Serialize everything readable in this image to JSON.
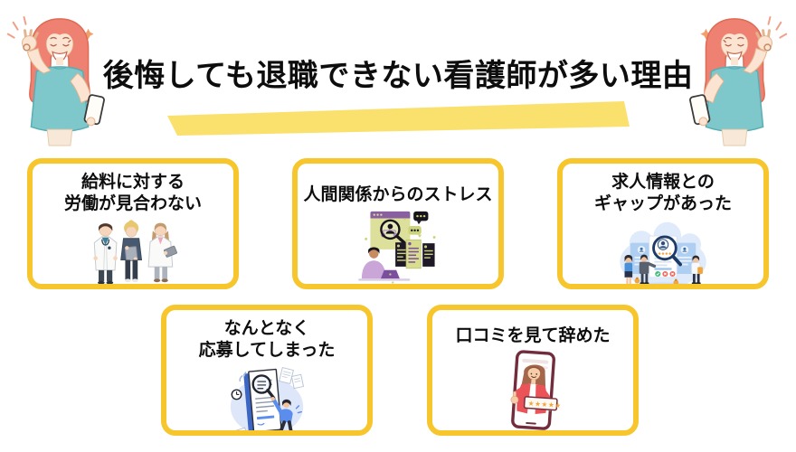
{
  "header": {
    "title": "後悔しても退職できない看護師が多い理由"
  },
  "colors": {
    "background": "#FFFFFF",
    "title_text": "#0D0D0D",
    "card_border_yellow": "#F6C62C",
    "highlight_yellow": "#FAE16E",
    "corner_hair": "#EE8172",
    "corner_shirt": "#7EC7CB"
  },
  "cards": [
    {
      "label_lines": [
        "給料に対する",
        "労働が見合わない"
      ],
      "illustration": "medical-staff"
    },
    {
      "label_lines": [
        "人間関係からのストレス"
      ],
      "illustration": "workplace-stress-computer"
    },
    {
      "label_lines": [
        "求人情報との",
        "ギャップがあった"
      ],
      "illustration": "job-posting-gap-search"
    },
    {
      "label_lines": [
        "なんとなく",
        "応募してしまった"
      ],
      "illustration": "application-document-magnifier"
    },
    {
      "label_lines": [
        "口コミを見て辞めた"
      ],
      "illustration": "review-smartphone",
      "stars": "★★★★★"
    }
  ]
}
